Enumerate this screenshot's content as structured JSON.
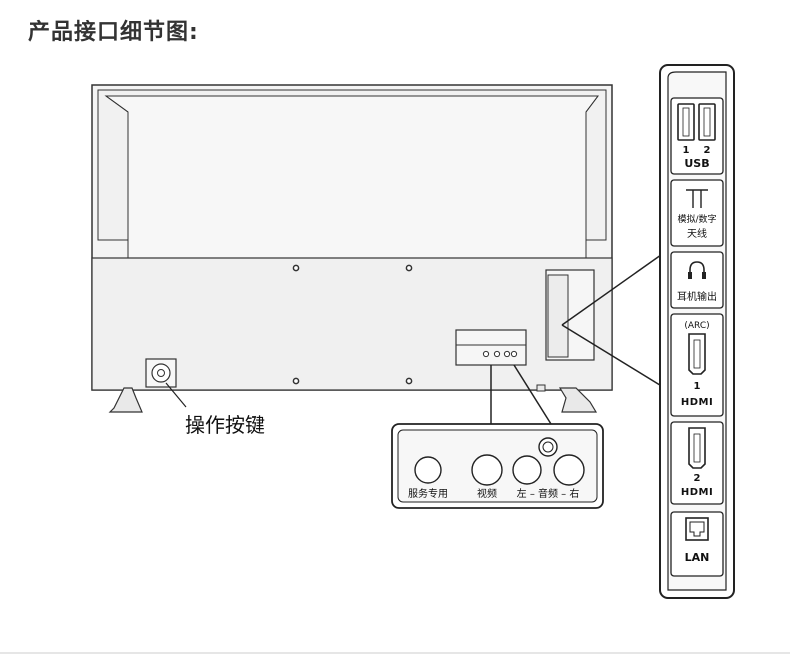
{
  "title": "产品接口细节图:",
  "labels": {
    "control_buttons": "操作按键",
    "side_panel": {
      "usb_1": "1",
      "usb_2": "2",
      "usb": "USB",
      "antenna_line1": "模拟/数字",
      "antenna_line2": "天线",
      "headphone": "耳机输出",
      "arc": "(ARC)",
      "hdmi1_num": "1",
      "hdmi": "HDMI",
      "hdmi2_num": "2",
      "lan": "LAN"
    },
    "bottom_panel": {
      "service": "服务专用",
      "video": "视频",
      "audio": "左 – 音频 – 右"
    }
  },
  "colors": {
    "stroke": "#222222",
    "panel_fill": "#f2f2f2",
    "tv_fill": "#f0f0f0",
    "jack_fill": "#ffffff"
  }
}
